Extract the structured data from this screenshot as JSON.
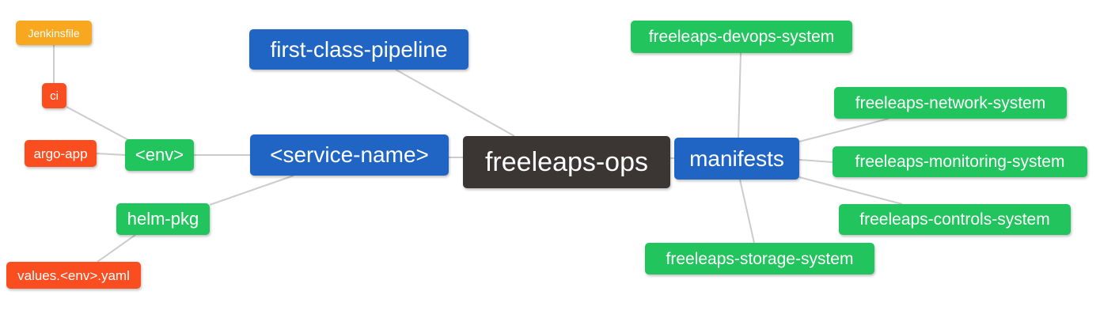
{
  "diagram": {
    "type": "mindmap",
    "root_label": "freeleaps-ops"
  },
  "colors": {
    "central": "#3b3634",
    "primary_branch": "#2065c4",
    "secondary_branch": "#21c45d",
    "leaf_red": "#fa4e21",
    "leaf_amber": "#f8a81e",
    "edge": "#cccccc",
    "background": "#ffffff",
    "node_text": "#ffffff"
  },
  "nodes": {
    "jenkinsfile": {
      "label": "Jenkinsfile",
      "color": "#f8a81e"
    },
    "ci": {
      "label": "ci",
      "color": "#fa4e21"
    },
    "argo_app": {
      "label": "argo-app",
      "color": "#fa4e21"
    },
    "env": {
      "label": "<env>",
      "color": "#21c45d"
    },
    "helm_pkg": {
      "label": "helm-pkg",
      "color": "#21c45d"
    },
    "values_yaml": {
      "label": "values.<env>.yaml",
      "color": "#fa4e21"
    },
    "first_class_pipeline": {
      "label": "first-class-pipeline",
      "color": "#2065c4"
    },
    "service_name": {
      "label": "<service-name>",
      "color": "#2065c4"
    },
    "freeleaps_ops": {
      "label": "freeleaps-ops",
      "color": "#3b3634"
    },
    "manifests": {
      "label": "manifests",
      "color": "#2065c4"
    },
    "devops_system": {
      "label": "freeleaps-devops-system",
      "color": "#21c45d"
    },
    "network_system": {
      "label": "freeleaps-network-system",
      "color": "#21c45d"
    },
    "monitoring_system": {
      "label": "freeleaps-monitoring-system",
      "color": "#21c45d"
    },
    "controls_system": {
      "label": "freeleaps-controls-system",
      "color": "#21c45d"
    },
    "storage_system": {
      "label": "freeleaps-storage-system",
      "color": "#21c45d"
    }
  },
  "edges": [
    {
      "from": "jenkinsfile",
      "to": "ci"
    },
    {
      "from": "ci",
      "to": "env"
    },
    {
      "from": "argo_app",
      "to": "env"
    },
    {
      "from": "env",
      "to": "service_name"
    },
    {
      "from": "helm_pkg",
      "to": "service_name"
    },
    {
      "from": "values_yaml",
      "to": "helm_pkg"
    },
    {
      "from": "first_class_pipeline",
      "to": "freeleaps_ops"
    },
    {
      "from": "service_name",
      "to": "freeleaps_ops"
    },
    {
      "from": "freeleaps_ops",
      "to": "manifests"
    },
    {
      "from": "manifests",
      "to": "devops_system"
    },
    {
      "from": "manifests",
      "to": "network_system"
    },
    {
      "from": "manifests",
      "to": "monitoring_system"
    },
    {
      "from": "manifests",
      "to": "controls_system"
    },
    {
      "from": "manifests",
      "to": "storage_system"
    }
  ]
}
